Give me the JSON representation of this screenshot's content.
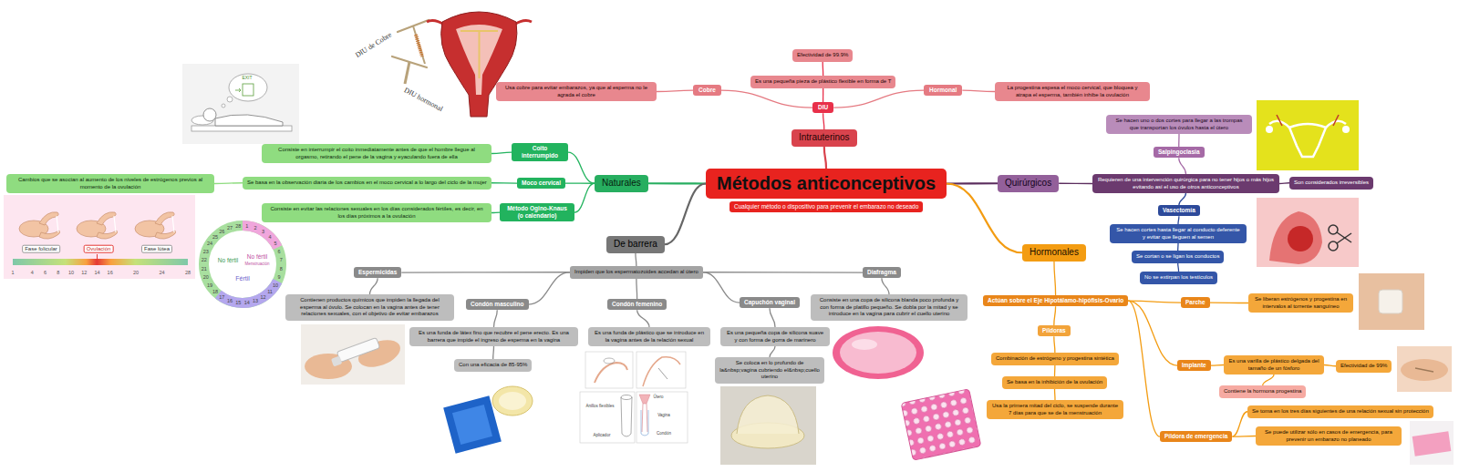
{
  "diagram": {
    "nodes": [
      {
        "text": [
          "Métodos anticonceptivos"
        ]
      },
      {
        "text": [
          "Cualquier método o dispositivo para prevenir el embarazo no deseado"
        ]
      },
      {
        "text": [
          "Intrauterinos"
        ]
      },
      {
        "text": [
          "DIU"
        ]
      },
      {
        "text": [
          "Es una pequeña pieza de plástico flexible en forma de T"
        ]
      },
      {
        "text": [
          "Efectividad de 99.9%"
        ]
      },
      {
        "text": [
          "Cobre"
        ]
      },
      {
        "text": [
          "Usa cobre para evitar embarazos, ya que al esperma no le agrada el cobre"
        ]
      },
      {
        "text": [
          "Hormonal"
        ]
      },
      {
        "text": [
          "La progestina espesa el moco cervical, que bloquea y atrapa el esperma, también inhibe la ovulación"
        ]
      },
      {
        "text": [
          "Naturales"
        ]
      },
      {
        "text": [
          "Coito interrumpido"
        ]
      },
      {
        "text": [
          "Consiste en interrumpir el coito inmediatamente antes de que el hombre llegue al orgasmo, retirando el pene de la vagina y eyaculando fuera de ella"
        ]
      },
      {
        "text": [
          "Moco cervical"
        ]
      },
      {
        "text": [
          "Se basa en la observación diaria de los cambios en el moco cervical a lo largo del ciclo de la mujer"
        ]
      },
      {
        "text": [
          "Cambios que se asocian al aumento de los niveles de estrógenos previos al momento de la ovulación"
        ]
      },
      {
        "text": [
          "Método Ogino-Knaus (o calendario)"
        ]
      },
      {
        "text": [
          "Consiste en evitar las relaciones sexuales en los días considerados fértiles, es decir, en los días próximos a la ovulación"
        ]
      },
      {
        "text": [
          "De barrera"
        ]
      },
      {
        "text": [
          "Impiden que los espermatozoides accedan al útero"
        ]
      },
      {
        "text": [
          "Espermicidas"
        ]
      },
      {
        "text": [
          "Contienen productos químicos que impiden la llegada del esperma al óvulo. Se colocan en la vagina antes de tener relaciones sexuales, con el objetivo de evitar embarazos"
        ]
      },
      {
        "text": [
          "Condón masculino"
        ]
      },
      {
        "text": [
          "Es una funda de látex fino que recubre el pene erecto. Es una barrera que impide el ingreso de esperma en la vagina"
        ]
      },
      {
        "text": [
          "Con una eficacia de 85-95%"
        ]
      },
      {
        "text": [
          "Condón femenino"
        ]
      },
      {
        "text": [
          "Es una funda de plástico que se introduce en la vagina antes de la relación sexual"
        ]
      },
      {
        "text": [
          "Capuchón vaginal"
        ]
      },
      {
        "text": [
          "Es una pequeña copa de silicona suave y con forma de gorra de marinero"
        ]
      },
      {
        "text": [
          "Se coloca en lo profundo de la&nbsp;vagina cubriendo el&nbsp;cuello uterino"
        ]
      },
      {
        "text": [
          "Diafragma"
        ]
      },
      {
        "text": [
          "Consiste en una copa de silicona blanda poco profunda y con forma de platillo pequeño. Se dobla por la mitad y se introduce en la vagina para cubrir el cuello uterino"
        ]
      },
      {
        "text": [
          "Quirúrgicos"
        ]
      },
      {
        "text": [
          "Requieren de una intervención quirúrgica para no tener hijos o más hijos evitando así el uso de otros anticonceptivos"
        ]
      },
      {
        "text": [
          "Son considerados irreversibles"
        ]
      },
      {
        "text": [
          "Salpingoclasia"
        ]
      },
      {
        "text": [
          "Se hacen uno o dos cortes para llegar a las trompas que transportan los óvulos hasta el útero"
        ]
      },
      {
        "text": [
          "Vasectomía"
        ]
      },
      {
        "text": [
          "Se hacen cortes hasta llegar al conducto deferente y evitar que lleguen al semen"
        ]
      },
      {
        "text": [
          "Se cortan o se ligan los conductos"
        ]
      },
      {
        "text": [
          "No se extirpan los testículos"
        ]
      },
      {
        "text": [
          "Hormonales"
        ]
      },
      {
        "text": [
          "Actúan sobre el Eje Hipotálamo-hipófisis-Ovario"
        ]
      },
      {
        "text": [
          "Píldoras"
        ]
      },
      {
        "text": [
          "Combinación de estrógeno y progestina sintética"
        ]
      },
      {
        "text": [
          "Se basa en la inhibición de la ovulación"
        ]
      },
      {
        "text": [
          "Usa la primera mitad del ciclo, se suspende durante 7 días para que se de la menstruación"
        ]
      },
      {
        "text": [
          "Parche"
        ]
      },
      {
        "text": [
          "Se liberan estrógenos y progestina en intervalos al torrente sanguíneo"
        ]
      },
      {
        "text": [
          "Implante"
        ]
      },
      {
        "text": [
          "Es una varilla de plástico delgada del tamaño de un fósforo"
        ]
      },
      {
        "text": [
          "Efectividad de 99%"
        ]
      },
      {
        "text": [
          "Contiene la hormona progestina"
        ]
      },
      {
        "text": [
          "Píldora de emergencia"
        ]
      },
      {
        "text": [
          "Se toma en los tres días siguientes de una relación sexual sin protección"
        ]
      },
      {
        "text": [
          "Se puede utilizar sólo en casos de emergencia, para prevenir un embarazo no planeado"
        ]
      }
    ],
    "edges": [
      {
        "from": 0,
        "to": 2,
        "arrow": "none"
      },
      {
        "from": 2,
        "to": 3,
        "arrow": "none"
      },
      {
        "from": 3,
        "to": 4,
        "arrow": "none"
      },
      {
        "from": 4,
        "to": 5,
        "arrow": "none"
      },
      {
        "from": 3,
        "to": 6,
        "arrow": "none"
      },
      {
        "from": 6,
        "to": 7,
        "arrow": "none"
      },
      {
        "from": 3,
        "to": 8,
        "arrow": "none"
      },
      {
        "from": 8,
        "to": 9,
        "arrow": "none"
      },
      {
        "from": 0,
        "to": 10,
        "arrow": "none"
      },
      {
        "from": 10,
        "to": 11,
        "arrow": "none"
      },
      {
        "from": 11,
        "to": 12,
        "arrow": "none"
      },
      {
        "from": 10,
        "to": 13,
        "arrow": "none"
      },
      {
        "from": 13,
        "to": 14,
        "arrow": "none"
      },
      {
        "from": 14,
        "to": 15,
        "arrow": "none"
      },
      {
        "from": 10,
        "to": 16,
        "arrow": "none"
      },
      {
        "from": 16,
        "to": 17,
        "arrow": "none"
      },
      {
        "from": 0,
        "to": 18,
        "arrow": "none"
      },
      {
        "from": 18,
        "to": 19,
        "arrow": "none"
      },
      {
        "from": 19,
        "to": 20,
        "arrow": "none"
      },
      {
        "from": 20,
        "to": 21,
        "arrow": "none"
      },
      {
        "from": 19,
        "to": 22,
        "arrow": "none"
      },
      {
        "from": 22,
        "to": 23,
        "arrow": "none"
      },
      {
        "from": 23,
        "to": 24,
        "arrow": "none"
      },
      {
        "from": 19,
        "to": 25,
        "arrow": "none"
      },
      {
        "from": 25,
        "to": 26,
        "arrow": "none"
      },
      {
        "from": 19,
        "to": 27,
        "arrow": "none"
      },
      {
        "from": 27,
        "to": 28,
        "arrow": "none"
      },
      {
        "from": 28,
        "to": 29,
        "arrow": "none"
      },
      {
        "from": 19,
        "to": 30,
        "arrow": "none"
      },
      {
        "from": 30,
        "to": 31,
        "arrow": "none"
      },
      {
        "from": 0,
        "to": 32,
        "arrow": "none"
      },
      {
        "from": 32,
        "to": 33,
        "arrow": "none"
      },
      {
        "from": 33,
        "to": 34,
        "arrow": "none"
      },
      {
        "from": 33,
        "to": 35,
        "arrow": "none"
      },
      {
        "from": 35,
        "to": 36,
        "arrow": "none"
      },
      {
        "from": 33,
        "to": 37,
        "arrow": "none"
      },
      {
        "from": 37,
        "to": 38,
        "arrow": "none"
      },
      {
        "from": 38,
        "to": 39,
        "arrow": "none"
      },
      {
        "from": 39,
        "to": 40,
        "arrow": "none"
      },
      {
        "from": 0,
        "to": 41,
        "arrow": "none"
      },
      {
        "from": 41,
        "to": 42,
        "arrow": "none"
      },
      {
        "from": 42,
        "to": 43,
        "arrow": "none"
      },
      {
        "from": 43,
        "to": 44,
        "arrow": "none"
      },
      {
        "from": 44,
        "to": 45,
        "arrow": "none"
      },
      {
        "from": 45,
        "to": 46,
        "arrow": "none"
      },
      {
        "from": 42,
        "to": 47,
        "arrow": "none"
      },
      {
        "from": 47,
        "to": 48,
        "arrow": "none"
      },
      {
        "from": 42,
        "to": 49,
        "arrow": "none"
      },
      {
        "from": 49,
        "to": 50,
        "arrow": "none"
      },
      {
        "from": 50,
        "to": 51,
        "arrow": "none"
      },
      {
        "from": 50,
        "to": 52,
        "arrow": "none"
      },
      {
        "from": 42,
        "to": 53,
        "arrow": "none"
      },
      {
        "from": 53,
        "to": 54,
        "arrow": "none"
      },
      {
        "from": 53,
        "to": 55,
        "arrow": "none"
      }
    ],
    "labels": [
      "DIU de Cobre",
      "DIU hormonal",
      "EXIT",
      "Fase folicular",
      "Ovulación",
      "Fase lútea",
      "1",
      "4",
      "6",
      "8",
      "10",
      "12",
      "14",
      "16",
      "20",
      "24",
      "28",
      "No fértil",
      "No fértil",
      "Menstruación",
      "Fértil",
      "1",
      "2",
      "3",
      "4",
      "5",
      "6",
      "7",
      "8",
      "9",
      "10",
      "11",
      "12",
      "13",
      "14",
      "15",
      "16",
      "17",
      "18",
      "19",
      "20",
      "21",
      "22",
      "23",
      "24",
      "25",
      "26",
      "27",
      "28",
      "Anillos flexibles",
      "Aplicador",
      "Útero",
      "Vagina",
      "Condón"
    ]
  }
}
